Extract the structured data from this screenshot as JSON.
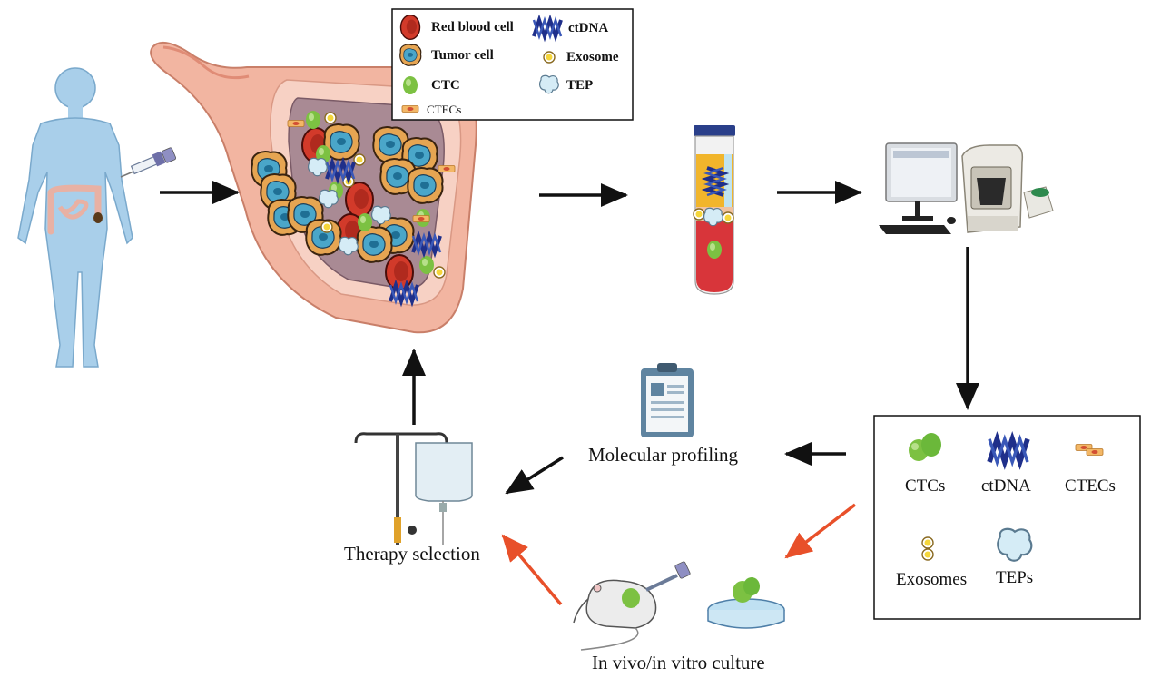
{
  "legend": {
    "red_blood_cell": "Red blood cell",
    "tumor_cell": "Tumor cell",
    "ctc": "CTC",
    "ctecs": "CTECs",
    "ctdna": "ctDNA",
    "exosome": "Exosome",
    "tep": "TEP"
  },
  "results": {
    "ctcs": "CTCs",
    "ctdna": "ctDNA",
    "ctecs": "CTECs",
    "exosomes": "Exosomes",
    "teps": "TEPs"
  },
  "labels": {
    "molecular_profiling": "Molecular profiling",
    "therapy_selection": "Therapy selection",
    "culture": "In  vivo/in vitro culture"
  },
  "colors": {
    "arrow_black": "#111111",
    "arrow_red": "#e8502a",
    "body_blue": "#a9cfea",
    "ctc_green": "#7cc142",
    "rbc_red": "#d23a2a",
    "tumor_orange": "#e6a552",
    "ctdna_blue": "#1f2f8a"
  }
}
